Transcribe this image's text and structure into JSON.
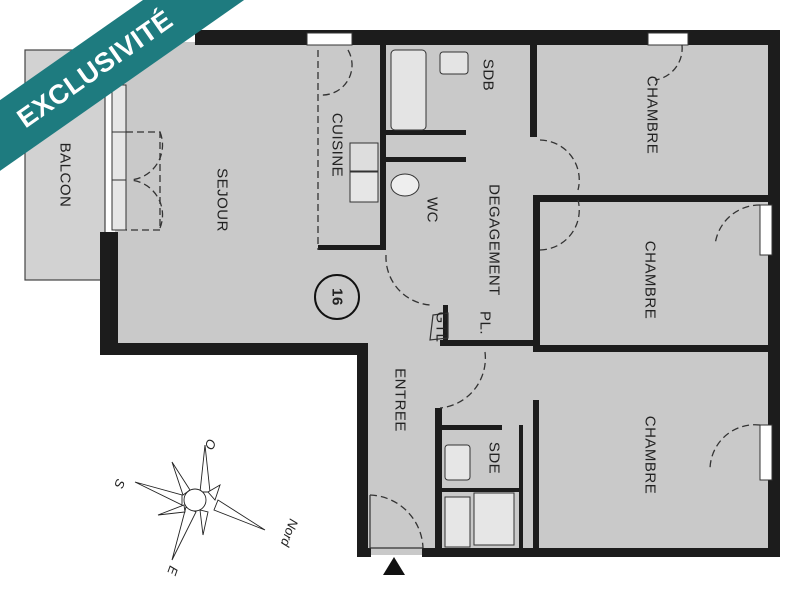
{
  "banner": {
    "label": "EXCLUSIVITÉ",
    "color": "#1e7b7f"
  },
  "plan": {
    "lot_number": "16",
    "rooms": {
      "balcon": "BALCON",
      "sejour": "SEJOUR",
      "cuisine": "CUISINE",
      "sdb": "SDB",
      "wc": "WC",
      "degagement": "DEGAGEMENT",
      "chambre_1": "CHAMBRE",
      "chambre_2": "CHAMBRE",
      "chambre_3": "CHAMBRE",
      "pl": "PL.",
      "gtl": "GTL",
      "entree": "ENTREE",
      "sde": "SDE"
    }
  },
  "compass": {
    "north": "Nord",
    "south": "S",
    "east": "E",
    "west": "O"
  }
}
